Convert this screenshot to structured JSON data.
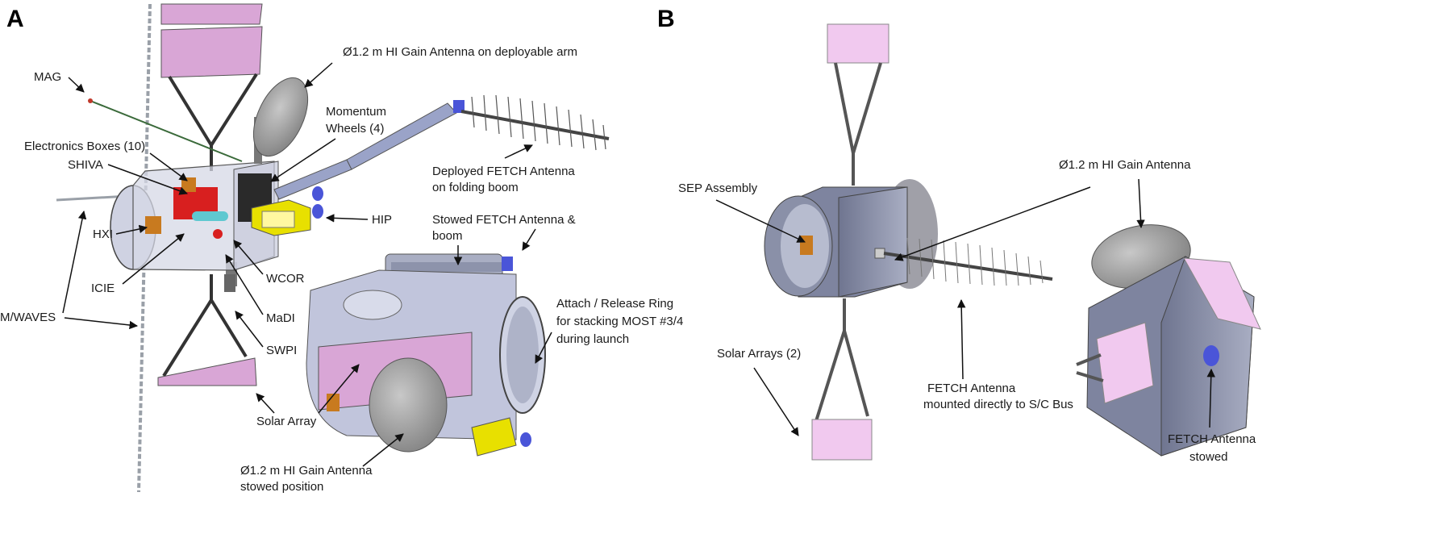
{
  "panels": {
    "a": {
      "letter": "A",
      "labels": {
        "mag": "MAG",
        "hga_deployable": "Ø1.2 m HI Gain Antenna on deployable arm",
        "momentum_wheels_1": "Momentum",
        "momentum_wheels_2": "Wheels (4)",
        "electronics": "Electronics Boxes (10)",
        "shiva": "SHIVA",
        "hxi": "HXI",
        "icie": "ICIE",
        "mwaves": "M/WAVES",
        "wcor": "WCOR",
        "madi": "MaDI",
        "swpi": "SWPI",
        "hip": "HIP",
        "fetch_deployed_1": "Deployed FETCH Antenna",
        "fetch_deployed_2": "on folding boom",
        "fetch_stowed_1": "Stowed FETCH Antenna &",
        "fetch_stowed_2": "boom",
        "ring_1": "Attach / Release Ring",
        "ring_2": "for stacking MOST #3/4",
        "ring_3": "during launch",
        "solar_array": "Solar Array",
        "hga_stowed_1": "Ø1.2 m HI Gain Antenna",
        "hga_stowed_2": "stowed position"
      }
    },
    "b": {
      "letter": "B",
      "labels": {
        "sep": "SEP Assembly",
        "hga": "Ø1.2 m HI Gain Antenna",
        "solar_arrays": "Solar Arrays (2)",
        "fetch_mounted_1": "FETCH Antenna",
        "fetch_mounted_2": "mounted directly to S/C Bus",
        "fetch_stowed_1": "FETCH Antenna",
        "fetch_stowed_2": "stowed"
      }
    }
  },
  "colors": {
    "solar_panel": "#d9a6d6",
    "bus_gray": "#8d93ab",
    "bus_light": "#b3b8cc",
    "antenna_gray": "#9a9a9a",
    "hip_yellow": "#e8e000",
    "red_instrument": "#d81f1f",
    "cyan_instrument": "#5fc8d0",
    "blue_knob": "#4a55d8"
  }
}
